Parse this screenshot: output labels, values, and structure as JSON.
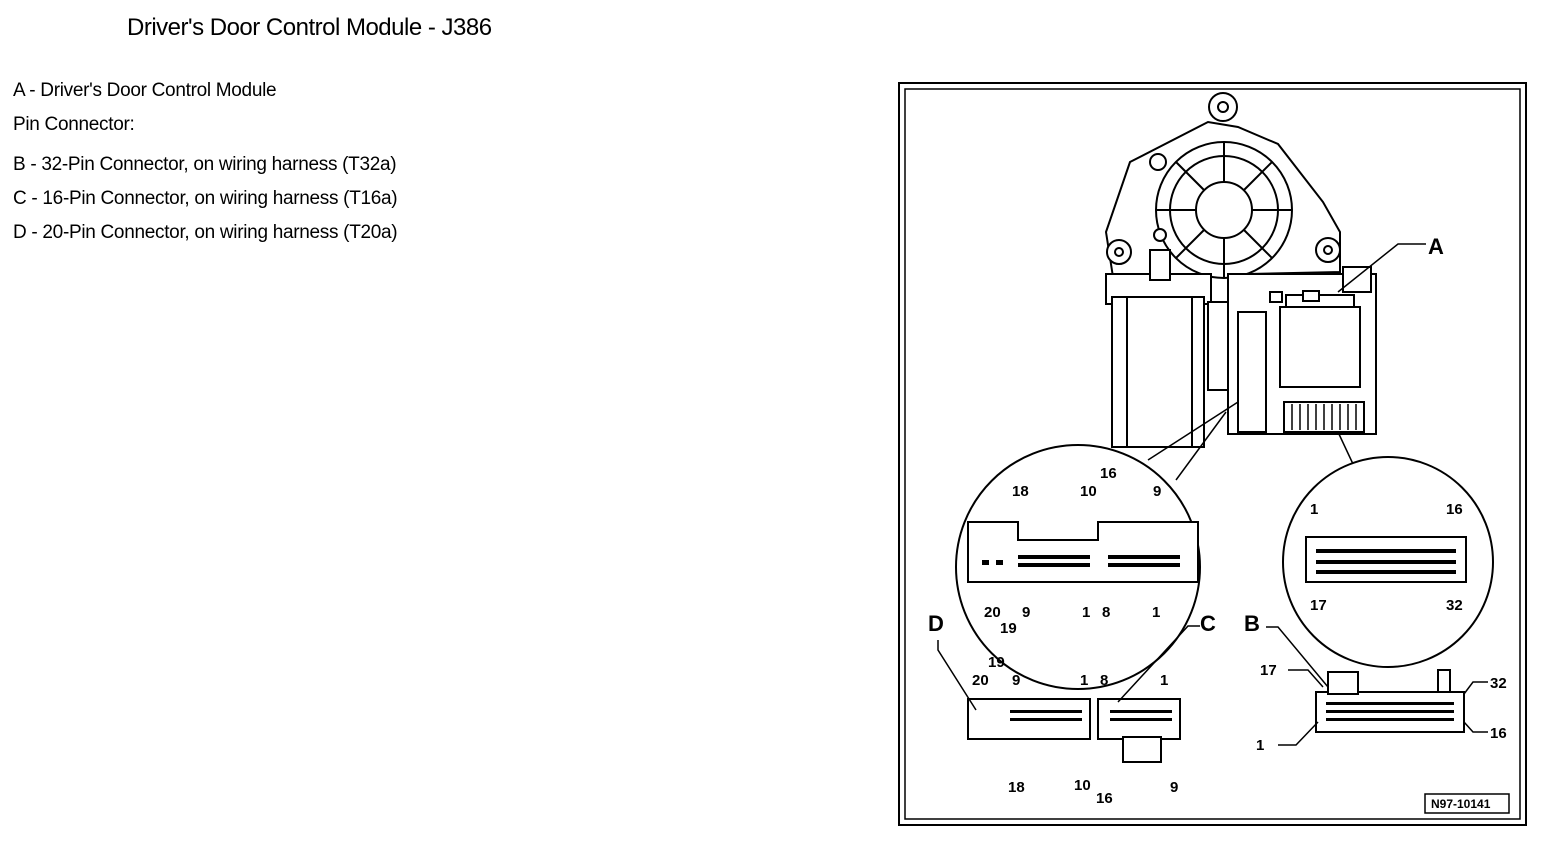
{
  "title": "Driver's Door Control Module - J386",
  "legend": [
    "A - Driver's Door Control Module",
    "Pin Connector:",
    "B - 32-Pin Connector, on wiring harness (T32a)",
    "C - 16-Pin Connector, on wiring harness (T16a)",
    "D - 20-Pin Connector, on wiring harness (T20a)"
  ],
  "diagram": {
    "callouts": {
      "a": "A",
      "b": "B",
      "c": "C",
      "d": "D"
    },
    "figure_id": "N97-10141",
    "pins_d_c_detail": {
      "d_18": "18",
      "d_10": "10",
      "d_9_top": "9",
      "d_20": "20",
      "d_19": "19",
      "d_9_bottom": "9",
      "d_1": "1",
      "c_16": "16",
      "c_8": "8",
      "c_1": "1"
    },
    "pins_b_detail": {
      "b_1": "1",
      "b_16": "16",
      "b_17": "17",
      "b_32": "32"
    },
    "pins_d_lower": {
      "d_19": "19",
      "d_20": "20",
      "d_9": "9",
      "d_1": "1",
      "d_18": "18",
      "d_10": "10"
    },
    "pins_c_lower": {
      "c_8": "8",
      "c_1": "1",
      "c_16": "16",
      "c_9": "9"
    },
    "pins_b_lower": {
      "b_17": "17",
      "b_32": "32",
      "b_1": "1",
      "b_16": "16"
    }
  }
}
